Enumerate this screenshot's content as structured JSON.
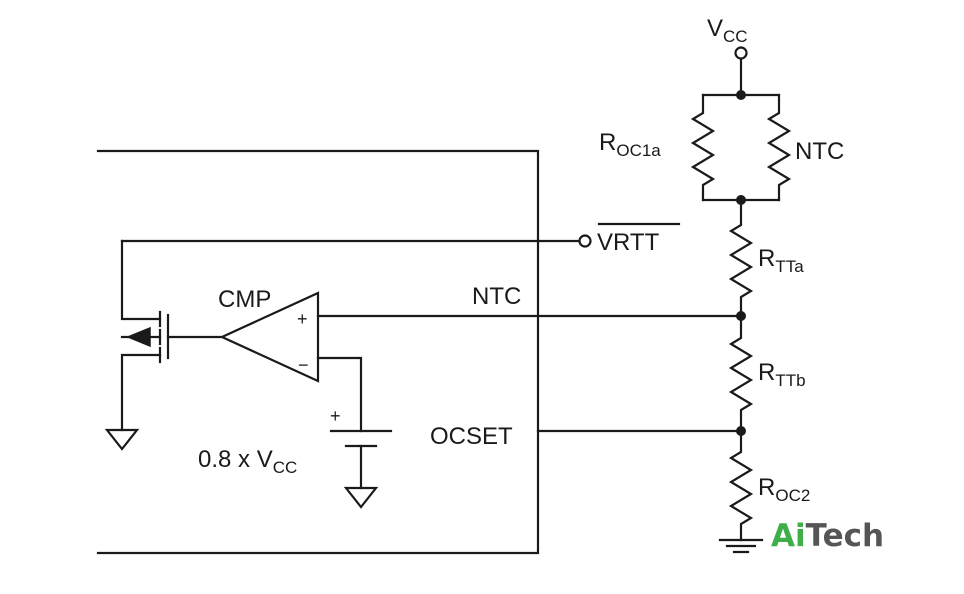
{
  "labels": {
    "vcc_main": "V",
    "vcc_sub": "CC",
    "roc1a_main": "R",
    "roc1a_sub": "OC1a",
    "ntc_resistor": "NTC",
    "vrtt": "VRTT",
    "rtta_main": "R",
    "rtta_sub": "TTa",
    "cmp": "CMP",
    "ntc_pin": "NTC",
    "plus_in": "+",
    "minus_in": "−",
    "rttb_main": "R",
    "rttb_sub": "TTb",
    "battery_plus": "+",
    "ocset": "OCSET",
    "ref_main": "0.8 x V",
    "ref_sub": "CC",
    "roc2_main": "R",
    "roc2_sub": "OC2"
  },
  "watermark": {
    "part1": "Ai",
    "part2": "Tech",
    "color1": "#3fae49",
    "color2": "#555555"
  }
}
